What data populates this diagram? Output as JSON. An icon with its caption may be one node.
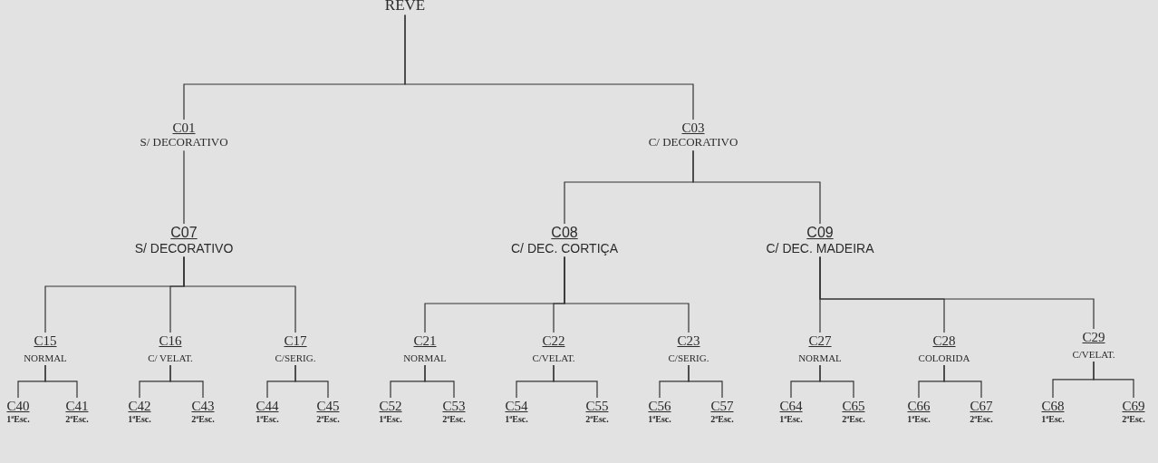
{
  "diagram": {
    "nodes": [
      {
        "text": [
          "REVE"
        ]
      },
      {
        "text": [
          "C01",
          "S/ DECORATIVO"
        ]
      },
      {
        "text": [
          "C03",
          "C/ DECORATIVO"
        ]
      },
      {
        "text": [
          "C07",
          "S/ DECORATIVO"
        ]
      },
      {
        "text": [
          "C08",
          "C/ DEC. CORTIÇA"
        ]
      },
      {
        "text": [
          "C09",
          "C/ DEC. MADEIRA"
        ]
      },
      {
        "text": [
          "C15",
          "NORMAL"
        ]
      },
      {
        "text": [
          "C16",
          "C/ VELAT."
        ]
      },
      {
        "text": [
          "C17",
          "C/SERIG."
        ]
      },
      {
        "text": [
          "C21",
          "NORMAL"
        ]
      },
      {
        "text": [
          "C22",
          "C/VELAT."
        ]
      },
      {
        "text": [
          "C23",
          "C/SERIG."
        ]
      },
      {
        "text": [
          "C27",
          "NORMAL"
        ]
      },
      {
        "text": [
          "C28",
          "COLORIDA"
        ]
      },
      {
        "text": [
          "C29",
          "C/VELAT."
        ]
      },
      {
        "text": [
          "C40",
          "1ªEsc."
        ]
      },
      {
        "text": [
          "C41",
          "2ªEsc."
        ]
      },
      {
        "text": [
          "C42",
          "1ªEsc."
        ]
      },
      {
        "text": [
          "C43",
          "2ªEsc."
        ]
      },
      {
        "text": [
          "C44",
          "1ªEsc."
        ]
      },
      {
        "text": [
          "C45",
          "2ªEsc."
        ]
      },
      {
        "text": [
          "C52",
          "1ªEsc."
        ]
      },
      {
        "text": [
          "C53",
          "2ªEsc."
        ]
      },
      {
        "text": [
          "C54",
          "1ªEsc."
        ]
      },
      {
        "text": [
          "C55",
          "2ªEsc."
        ]
      },
      {
        "text": [
          "C56",
          "1ªEsc."
        ]
      },
      {
        "text": [
          "C57",
          "2ªEsc."
        ]
      },
      {
        "text": [
          "C64",
          "1ªEsc."
        ]
      },
      {
        "text": [
          "C65",
          "2ªEsc."
        ]
      },
      {
        "text": [
          "C66",
          "1ªEsc."
        ]
      },
      {
        "text": [
          "C67",
          "2ªEsc."
        ]
      },
      {
        "text": [
          "C68",
          "1ªEsc."
        ]
      },
      {
        "text": [
          "C69",
          "2ªEsc."
        ]
      }
    ],
    "edges": [
      {
        "from": 0,
        "to": 1,
        "arrow": "none"
      },
      {
        "from": 0,
        "to": 2,
        "arrow": "none"
      },
      {
        "from": 1,
        "to": 3,
        "arrow": "none"
      },
      {
        "from": 2,
        "to": 4,
        "arrow": "none"
      },
      {
        "from": 2,
        "to": 5,
        "arrow": "none"
      },
      {
        "from": 3,
        "to": 6,
        "arrow": "none"
      },
      {
        "from": 3,
        "to": 7,
        "arrow": "none"
      },
      {
        "from": 3,
        "to": 8,
        "arrow": "none"
      },
      {
        "from": 4,
        "to": 9,
        "arrow": "none"
      },
      {
        "from": 4,
        "to": 10,
        "arrow": "none"
      },
      {
        "from": 4,
        "to": 11,
        "arrow": "none"
      },
      {
        "from": 5,
        "to": 12,
        "arrow": "none"
      },
      {
        "from": 5,
        "to": 13,
        "arrow": "none"
      },
      {
        "from": 5,
        "to": 14,
        "arrow": "none"
      },
      {
        "from": 6,
        "to": 15,
        "arrow": "none"
      },
      {
        "from": 6,
        "to": 16,
        "arrow": "none"
      },
      {
        "from": 7,
        "to": 17,
        "arrow": "none"
      },
      {
        "from": 7,
        "to": 18,
        "arrow": "none"
      },
      {
        "from": 8,
        "to": 19,
        "arrow": "none"
      },
      {
        "from": 8,
        "to": 20,
        "arrow": "none"
      },
      {
        "from": 9,
        "to": 21,
        "arrow": "none"
      },
      {
        "from": 9,
        "to": 22,
        "arrow": "none"
      },
      {
        "from": 10,
        "to": 23,
        "arrow": "none"
      },
      {
        "from": 10,
        "to": 24,
        "arrow": "none"
      },
      {
        "from": 11,
        "to": 25,
        "arrow": "none"
      },
      {
        "from": 11,
        "to": 26,
        "arrow": "none"
      },
      {
        "from": 12,
        "to": 27,
        "arrow": "none"
      },
      {
        "from": 12,
        "to": 28,
        "arrow": "none"
      },
      {
        "from": 13,
        "to": 29,
        "arrow": "none"
      },
      {
        "from": 13,
        "to": 30,
        "arrow": "none"
      },
      {
        "from": 14,
        "to": 31,
        "arrow": "none"
      },
      {
        "from": 14,
        "to": 32,
        "arrow": "none"
      }
    ]
  }
}
